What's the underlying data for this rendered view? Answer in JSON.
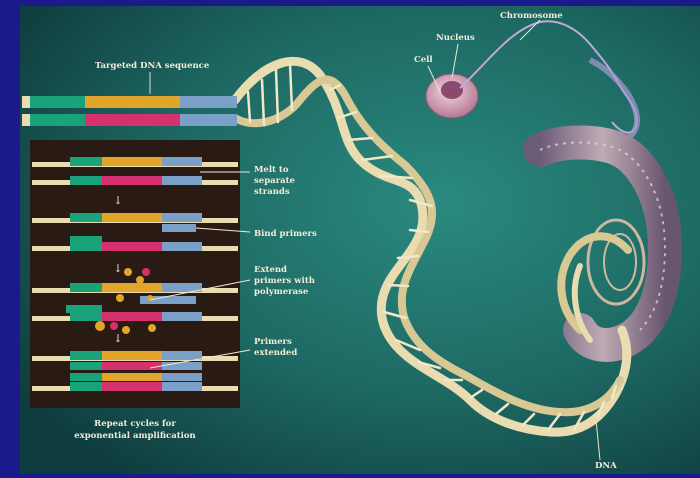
{
  "labels": {
    "targeted": "Targeted DNA sequence",
    "chromosome": "Chromosome",
    "nucleus": "Nucleus",
    "cell": "Cell",
    "dna": "DNA",
    "melt_1": "Melt to",
    "melt_2": "separate",
    "melt_3": "strands",
    "bind": "Bind primers",
    "extend_1": "Extend",
    "extend_2": "primers with",
    "extend_3": "polymerase",
    "extended_1": "Primers",
    "extended_2": "extended",
    "repeat_1": "Repeat cycles for",
    "repeat_2": "exponential amplification"
  },
  "colors": {
    "slide_blue": "#1a1a8c",
    "background_teal": "#1f6f6a",
    "helix_cream": "#e8dcb0",
    "primer_green": "#1aa37a",
    "gold": "#e0a52a",
    "magenta": "#d6306e",
    "steel_blue": "#7aa0c8"
  }
}
